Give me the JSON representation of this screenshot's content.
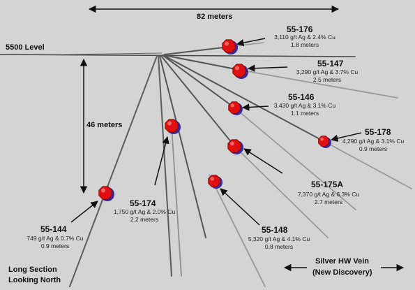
{
  "level_label": "5500 Level",
  "width_dimension": "82 meters",
  "depth_dimension": "46 meters",
  "section_title": [
    "Long Section",
    "Looking North"
  ],
  "vein_label": [
    "Silver HW Vein",
    "(New Discovery)"
  ],
  "holes": [
    {
      "id": "55-176",
      "assay": "3,110 g/t Ag & 2.4% Cu",
      "width": "1.8 meters"
    },
    {
      "id": "55-147",
      "assay": "3,290 g/t Ag & 3.7% Cu",
      "width": "2.5 meters"
    },
    {
      "id": "55-146",
      "assay": "3,430 g/t Ag & 3.1% Cu",
      "width": "1.1 meters"
    },
    {
      "id": "55-178",
      "assay": "4,290 g/t Ag & 3.1% Cu",
      "width": "0.9 meters"
    },
    {
      "id": "55-175A",
      "assay": "7,370 g/t Ag & 6.3% Cu",
      "width": "2.7 meters"
    },
    {
      "id": "55-148",
      "assay": "5,320 g/t Ag & 4.1% Cu",
      "width": "0.8 meters"
    },
    {
      "id": "55-174",
      "assay": "1,750 g/t Ag & 2.0% Cu",
      "width": "2.2 meters"
    },
    {
      "id": "55-144",
      "assay": "749 g/t Ag & 0.7% Cu",
      "width": "0.9 meters"
    }
  ],
  "colors": {
    "intercept": "#e01010",
    "intercept_shadow": "#3a2aa0",
    "drillhole": "#555555",
    "drillhole_light": "#9a9a9a",
    "text": "#111111"
  }
}
